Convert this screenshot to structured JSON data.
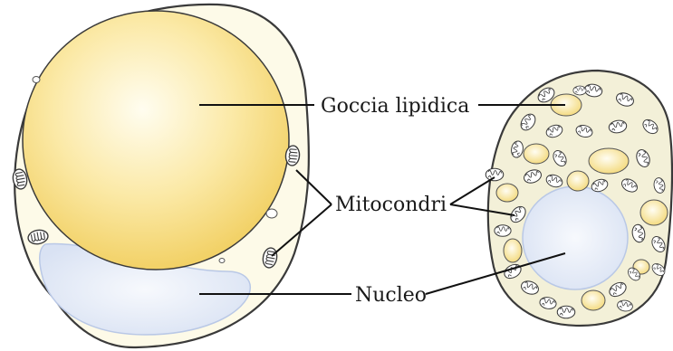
{
  "labels": {
    "lipid_droplet": "Goccia lipidica",
    "mitochondria": "Mitocondri",
    "nucleus": "Nucleo"
  },
  "colors": {
    "cytoplasm_fill": "#fdfae8",
    "cell_outline": "#3a3a3a",
    "lipid_center": "#fffbe0",
    "lipid_edge": "#f4d772",
    "nucleus_fill": "#e8eef8",
    "nucleus_edge": "#b9c8e6",
    "leader_line": "#111111"
  },
  "icons": {
    "mitochondrion": "mitochondrion-icon"
  }
}
